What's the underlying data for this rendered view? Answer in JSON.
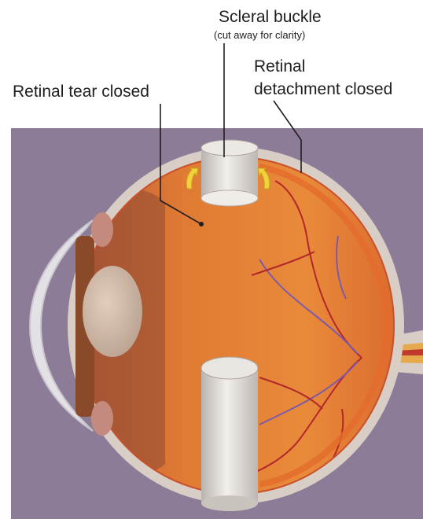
{
  "labels": {
    "scleral_buckle": "Scleral buckle",
    "scleral_buckle_note": "(cut away for clarity)",
    "retinal_detachment_line1": "Retinal",
    "retinal_detachment_line2": "detachment closed",
    "retinal_tear": "Retinal tear closed"
  },
  "colors": {
    "background_panel": "#8c7c97",
    "sclera": "#d9cec5",
    "choroid": "#c8502a",
    "vitreous": "#e0752e",
    "lens": "#cdb7a5",
    "iris": "#8a4a2a",
    "buckle": "#dedad6",
    "arrow": "#f2d23a"
  }
}
